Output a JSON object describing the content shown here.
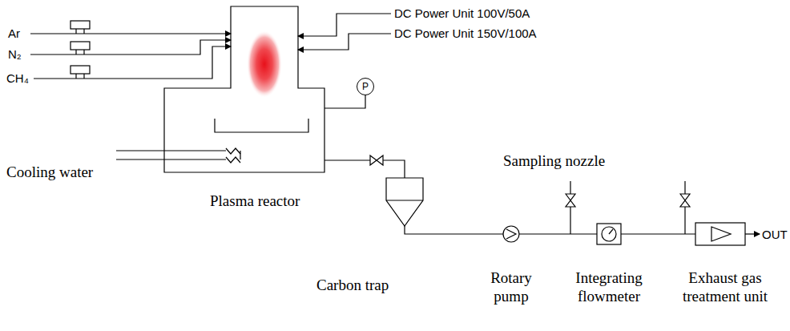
{
  "diagram": {
    "nodes": [
      {
        "text": [
          "P"
        ]
      }
    ],
    "labels": [
      "Ar",
      "N₂",
      "CH₄",
      "DC Power Unit 100V/50A",
      "DC Power Unit 150V/100A",
      "Sampling nozzle",
      "Cooling water",
      "Plasma reactor",
      "Carbon trap",
      "Rotary pump",
      "Integrating flowmeter",
      "Exhaust gas treatment unit",
      "OUT"
    ]
  }
}
